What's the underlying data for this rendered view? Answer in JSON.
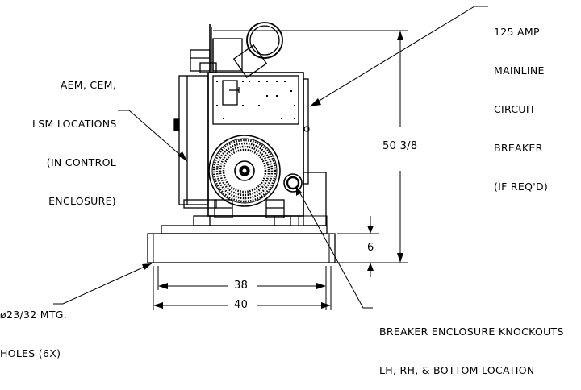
{
  "callouts": {
    "breaker_top": [
      "125 AMP",
      "MAINLINE",
      "CIRCUIT",
      "BREAKER",
      "(IF REQ'D)"
    ],
    "control_enclosure": [
      "AEM, CEM,",
      "LSM LOCATIONS",
      "(IN CONTROL",
      "ENCLOSURE)"
    ],
    "mtg_holes": [
      "ø23/32 MTG.",
      "HOLES (6X)"
    ],
    "knockouts": [
      "BREAKER ENCLOSURE KNOCKOUTS",
      "LH, RH, & BOTTOM LOCATION"
    ]
  },
  "dimensions": {
    "height": "50 3/8",
    "base_height": "6",
    "inner_width": "38",
    "overall_width": "40"
  }
}
